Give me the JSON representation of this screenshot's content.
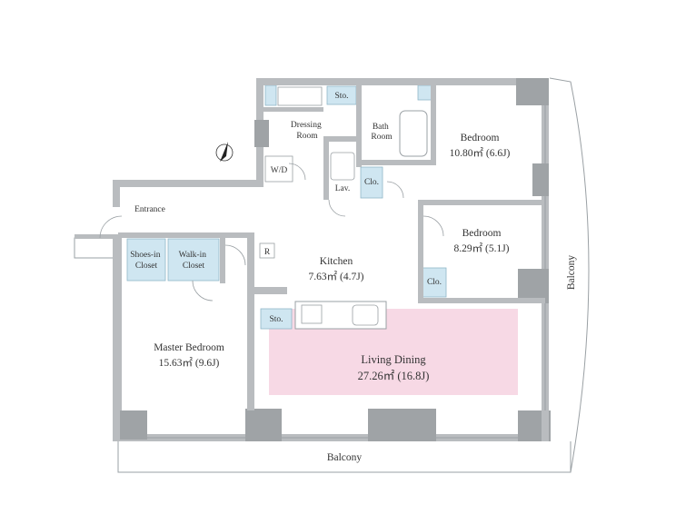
{
  "rooms": {
    "dressing_room": "Dressing\nRoom",
    "storage_top": "Sto.",
    "bath_room": "Bath\nRoom",
    "bedroom_1_name": "Bedroom",
    "bedroom_1_area": "10.80㎡ (6.6J)",
    "wd": "W/D",
    "lav": "Lav.",
    "closet_1": "Clo.",
    "entrance": "Entrance",
    "bedroom_2_name": "Bedroom",
    "bedroom_2_area": "8.29㎡ (5.1J)",
    "closet_2": "Clo.",
    "shoes_in_closet": "Shoes-in\nCloset",
    "walk_in_closet": "Walk-in\nCloset",
    "refrigerator": "R",
    "kitchen_name": "Kitchen",
    "kitchen_area": "7.63㎡ (4.7J)",
    "storage_kitchen": "Sto.",
    "master_bedroom_name": "Master Bedroom",
    "master_bedroom_area": "15.63㎡ (9.6J)",
    "living_dining_name": "Living Dining",
    "living_dining_area": "27.26㎡ (16.8J)",
    "balcony_bottom": "Balcony",
    "balcony_right": "Balcony"
  },
  "colors": {
    "wall": "#b9bcbf",
    "closet_fill": "#cfe6f1",
    "living_highlight": "#f7d9e5"
  },
  "icons": {
    "north_arrow": "north-arrow-icon"
  }
}
